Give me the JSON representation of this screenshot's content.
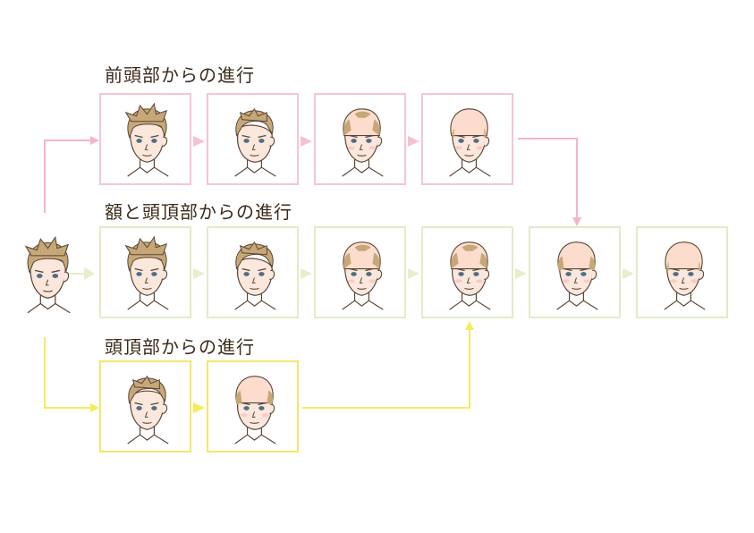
{
  "rows": {
    "front": {
      "title": "前頭部からの進行",
      "steps": 4
    },
    "forehead_crown": {
      "title": "額と頭頂部からの進行",
      "steps": 6
    },
    "crown": {
      "title": "頭頂部からの進行",
      "steps": 2
    }
  },
  "colors": {
    "front_line": "#f6b4c9",
    "forehead_crown_line": "#e6eecb",
    "crown_line": "#f7ea5c",
    "hair": "#c6a878",
    "skin": "#fbe7dc",
    "line_art": "#5a4636",
    "text": "#3b2a1a"
  }
}
